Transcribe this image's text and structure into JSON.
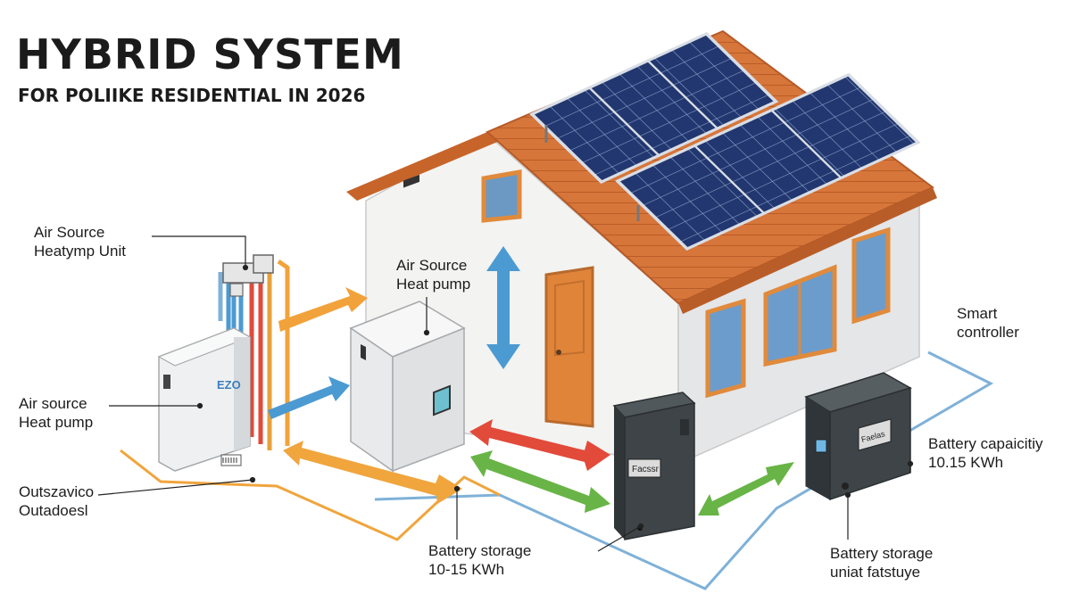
{
  "title": "HYBRID SYSTEM",
  "subtitle": "FOR POLIIKE RESIDENTIAL IN 2026",
  "labels": {
    "air_source_heatpump_unit": [
      "Air Source",
      "Heatymp Unit"
    ],
    "air_source_heat_pump_indoor": [
      "Air Source",
      "Heat pump"
    ],
    "air_source_heat_pump_outdoor": [
      "Air source",
      "Heat pump"
    ],
    "outdoor_unit": [
      "Outszavico",
      "Outadoesl"
    ],
    "battery_storage_left": [
      "Battery storage",
      "10-15 KWh"
    ],
    "battery_storage_right": [
      "Battery storage",
      "uniat fatstuye"
    ],
    "battery_capacity": [
      "Battery capaicitiy",
      "10.15 KWh"
    ],
    "smart_controller": [
      "Smart",
      "controller"
    ]
  },
  "device_text": {
    "outdoor_unit_logo": "EZO",
    "battery_left_badge": "Facssr",
    "battery_right_badge": "Faelas"
  },
  "colors": {
    "roof": "#d7763a",
    "solar_panel": "#22376f",
    "house_wall": "#f3f3f1",
    "window_frame": "#e08a3c",
    "door": "#e0843a",
    "arrow_orange": "#f2a23a",
    "arrow_blue": "#4c9ad2",
    "arrow_red": "#e24a3a",
    "arrow_green": "#69b447",
    "line_blue": "#7fb1d8",
    "line_orange": "#f0a53d",
    "battery": "#3e4447"
  },
  "icons": [
    "solar-panel-icon",
    "heat-pump-icon",
    "battery-icon",
    "bidirectional-arrow-icon",
    "controller-icon"
  ]
}
